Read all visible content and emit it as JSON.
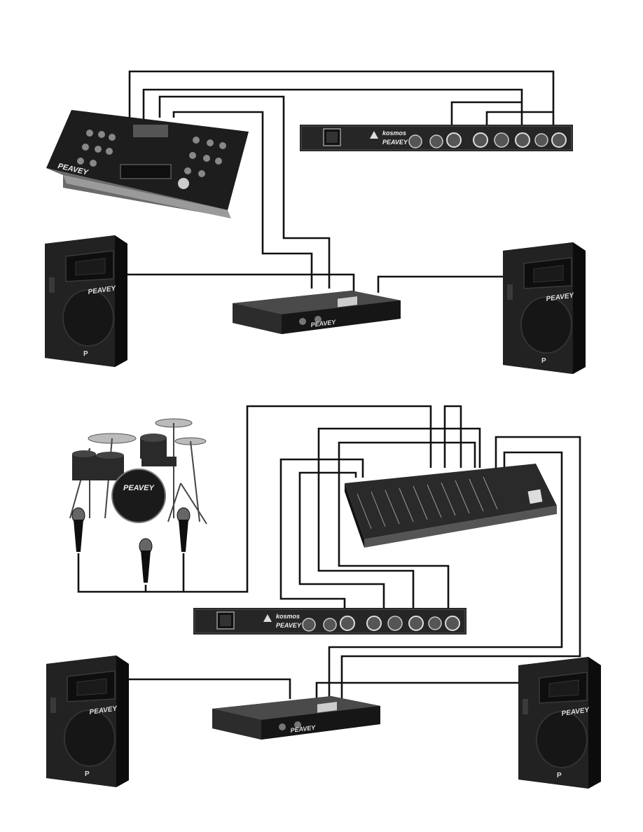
{
  "brand": "PEAVEY",
  "crossover_model": "kosmos",
  "speaker_badge": "P",
  "colors": {
    "ink": "#111111",
    "cabinet": "#1c1c1c",
    "panel": "#2a2a2a",
    "highlight": "#8a8a8a"
  },
  "setups": [
    {
      "name": "dj-setup",
      "devices": [
        "dj-mixer",
        "kosmos-processor",
        "power-amplifier",
        "speaker-left",
        "speaker-right"
      ]
    },
    {
      "name": "band-setup",
      "devices": [
        "drum-kit",
        "microphones",
        "mixing-console",
        "kosmos-processor",
        "power-amplifier",
        "speaker-left",
        "speaker-right"
      ]
    }
  ]
}
